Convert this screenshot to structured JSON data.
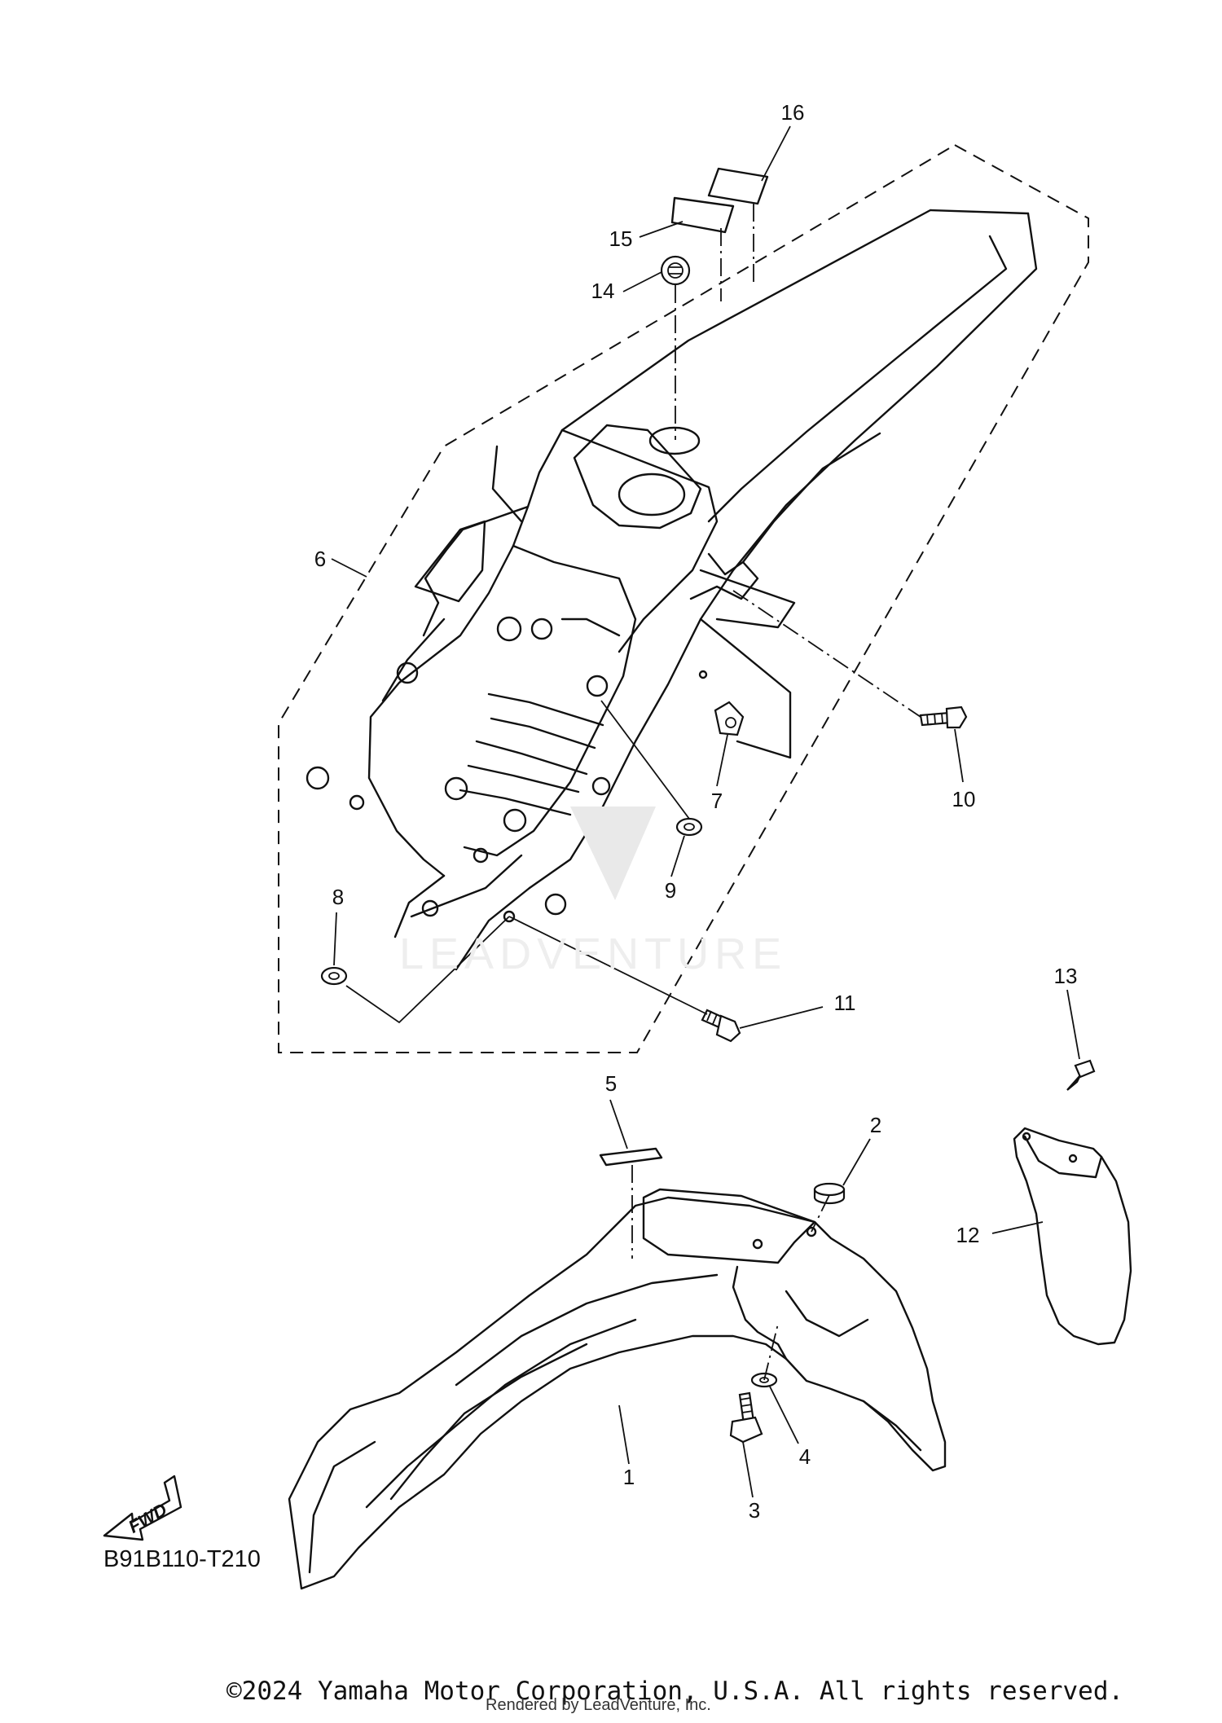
{
  "diagram": {
    "code": "B91B110-T210",
    "fwd_label": "FWD",
    "watermark": "LEADVENTURE",
    "copyright": "©2024 Yamaha Motor Corporation, U.S.A. All rights reserved.",
    "rendered_by": "Rendered by LeadVenture, Inc."
  },
  "callouts": [
    "1",
    "2",
    "3",
    "4",
    "5",
    "6",
    "7",
    "8",
    "9",
    "10",
    "11",
    "12",
    "13",
    "14",
    "15",
    "16"
  ]
}
